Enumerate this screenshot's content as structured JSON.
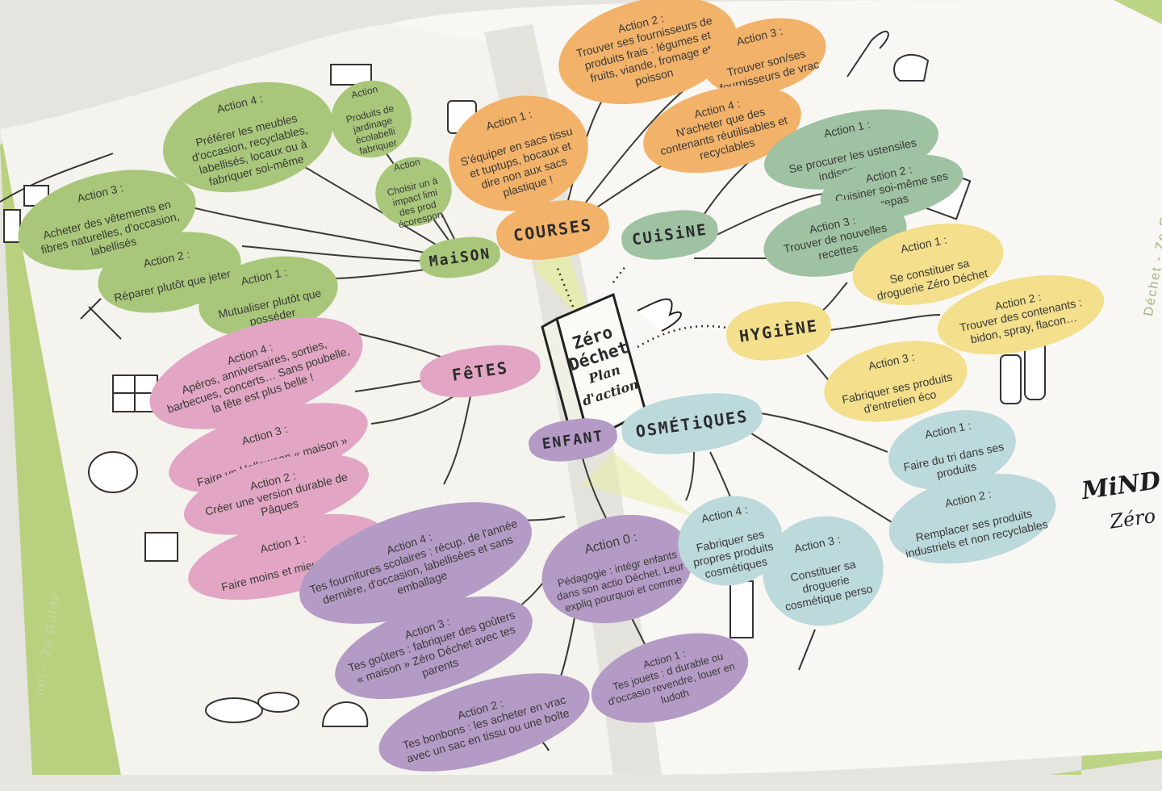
{
  "book_title": "Zéro Déchet",
  "book_subtitle": "Plan d'action",
  "brand": {
    "line1": "MiND MA",
    "line2": "Zéro Déc"
  },
  "spine": {
    "left": "net - Ze Guide",
    "right": "Déchet - Ze Guide"
  },
  "colors": {
    "maison": "#a9c77b",
    "fetes": "#e2a6c4",
    "enfants": "#b49bc6",
    "courses": "#f2b26a",
    "cuisine": "#9fc2a3",
    "hygiene": "#f3df8c",
    "cosmetiques": "#bcd9dc",
    "page": "#f7f6f2",
    "cover": "#c3d98f"
  },
  "topics": [
    {
      "id": "maison",
      "label": "MaiSON"
    },
    {
      "id": "fetes",
      "label": "FêTES"
    },
    {
      "id": "enfants",
      "label": "ENFANT"
    },
    {
      "id": "courses",
      "label": "COURSES"
    },
    {
      "id": "cuisine",
      "label": "CUiSiNE"
    },
    {
      "id": "hygiene",
      "label": "HYGiÈNE"
    },
    {
      "id": "cosmetiques",
      "label": "OSMÉTiQUES"
    }
  ],
  "actions": {
    "maison": [
      {
        "title": "Action 1 :",
        "text": "Mutualiser plutôt que posséder"
      },
      {
        "title": "Action 2 :",
        "text": "Réparer plutôt que jeter"
      },
      {
        "title": "Action 3 :",
        "text": "Acheter des vêtements en fibres naturelles, d'occasion, labellisés"
      },
      {
        "title": "Action 4 :",
        "text": "Préférer les meubles d'occasion, recyclables, labellisés, locaux ou à fabriquer soi-même"
      },
      {
        "title": "Action",
        "text": "Produits de jardinage écolabelli fabriquer"
      },
      {
        "title": "Action",
        "text": "Choisir un à impact limi des prod écorespon"
      }
    ],
    "fetes": [
      {
        "title": "Action 1 :",
        "text": "Faire moins et mieux à Noël"
      },
      {
        "title": "Action 2 :",
        "text": "Créer une version durable de Pâques"
      },
      {
        "title": "Action 3 :",
        "text": "Faire un Halloween « maison »"
      },
      {
        "title": "Action 4 :",
        "text": "Apéros, anniversaires, sorties, barbecues, concerts… Sans poubelle, la fête est plus belle !"
      }
    ],
    "enfants": [
      {
        "title": "Action 0 :",
        "text": "Pédagogie : intégr enfants dans son actio Déchet. Leur expliq pourquoi et comme"
      },
      {
        "title": "Action 1 :",
        "text": "Tes jouets : d durable ou d'occasio revendre, louer en ludoth"
      },
      {
        "title": "Action 2 :",
        "text": "Tes bonbons : les acheter en vrac avec un sac en tissu ou une boîte"
      },
      {
        "title": "Action 3 :",
        "text": "Tes goûters : fabriquer des goûters « maison » Zéro Déchet avec tes parents"
      },
      {
        "title": "Action 4 :",
        "text": "Tes fournitures scolaires : récup. de l'année dernière, d'occasion, labellisées et sans emballage"
      }
    ],
    "courses": [
      {
        "title": "Action 1 :",
        "text": "S'équiper en sacs tissu et tuptups, bocaux et dire non aux sacs plastique !"
      },
      {
        "title": "Action 2 :",
        "text": "Trouver ses fournisseurs de produits frais : légumes et fruits, viande, fromage et poisson"
      },
      {
        "title": "Action 3 :",
        "text": "Trouver son/ses fournisseurs de vrac"
      },
      {
        "title": "Action 4 :",
        "text": "N'acheter que des contenants réutilisables et recyclables"
      }
    ],
    "cuisine": [
      {
        "title": "Action 1 :",
        "text": "Se procurer les ustensiles indispensables"
      },
      {
        "title": "Action 2 :",
        "text": "Cuisiner soi-même ses repas"
      },
      {
        "title": "Action 3 :",
        "text": "Trouver de nouvelles recettes"
      }
    ],
    "hygiene": [
      {
        "title": "Action 1 :",
        "text": "Se constituer sa droguerie Zéro Déchet"
      },
      {
        "title": "Action 2 :",
        "text": "Trouver des contenants : bidon, spray, flacon…"
      },
      {
        "title": "Action 3 :",
        "text": "Fabriquer ses produits d'entretien éco"
      }
    ],
    "cosmetiques": [
      {
        "title": "Action 1 :",
        "text": "Faire du tri dans ses produits"
      },
      {
        "title": "Action 2 :",
        "text": "Remplacer ses produits industriels et non recyclables"
      },
      {
        "title": "Action 3 :",
        "text": "Constituer sa droguerie cosmétique perso"
      },
      {
        "title": "Action 4 :",
        "text": "Fabriquer ses propres produits cosmétiques"
      }
    ]
  }
}
